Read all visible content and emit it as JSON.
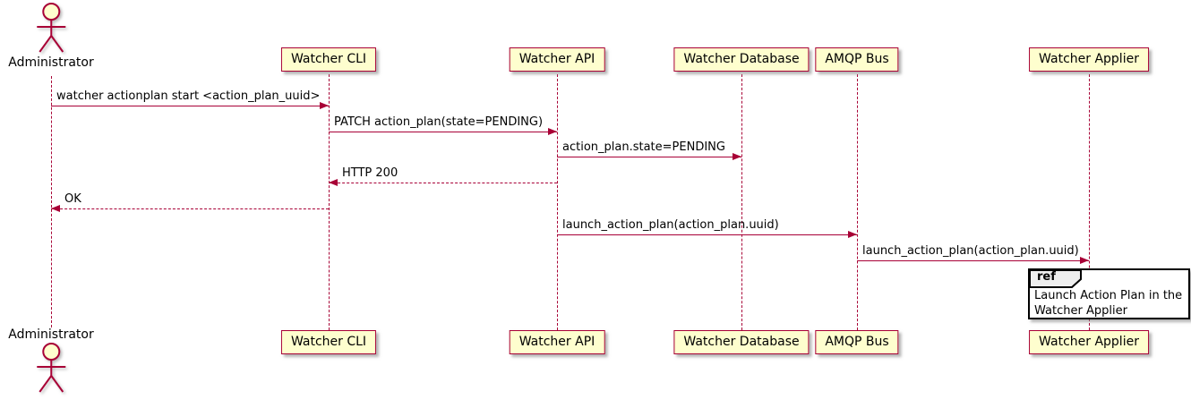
{
  "diagram": {
    "type": "sequence",
    "colors": {
      "line": "#A80036",
      "participant_fill": "#FEFECE",
      "ref_tag_fill": "#EEEEEE",
      "ref_border": "#000000",
      "text": "#000000",
      "background": "#FFFFFF"
    },
    "actor": {
      "name": "Administrator"
    },
    "participants": [
      {
        "name": "Watcher CLI"
      },
      {
        "name": "Watcher API"
      },
      {
        "name": "Watcher Database"
      },
      {
        "name": "AMQP Bus"
      },
      {
        "name": "Watcher Applier"
      }
    ],
    "messages": [
      {
        "label": "watcher actionplan start <action_plan_uuid>",
        "from": "Administrator",
        "to": "Watcher CLI",
        "line": "solid",
        "direction": "right"
      },
      {
        "label": "PATCH action_plan(state=PENDING)",
        "from": "Watcher CLI",
        "to": "Watcher API",
        "line": "solid",
        "direction": "right"
      },
      {
        "label": "action_plan.state=PENDING",
        "from": "Watcher API",
        "to": "Watcher Database",
        "line": "solid",
        "direction": "right"
      },
      {
        "label": "HTTP 200",
        "from": "Watcher API",
        "to": "Watcher CLI",
        "line": "dotted",
        "direction": "left"
      },
      {
        "label": "OK",
        "from": "Watcher CLI",
        "to": "Administrator",
        "line": "dotted",
        "direction": "left"
      },
      {
        "label": "launch_action_plan(action_plan.uuid)",
        "from": "Watcher API",
        "to": "AMQP Bus",
        "line": "solid",
        "direction": "right"
      },
      {
        "label": "launch_action_plan(action_plan.uuid)",
        "from": "AMQP Bus",
        "to": "Watcher Applier",
        "line": "solid",
        "direction": "right"
      }
    ],
    "ref": {
      "tag": "ref",
      "lines": [
        "Launch Action Plan in the",
        "Watcher Applier"
      ]
    }
  }
}
